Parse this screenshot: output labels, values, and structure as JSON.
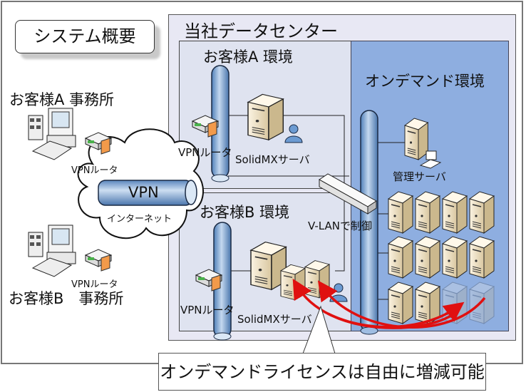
{
  "title": "システム概要",
  "datacenter": {
    "title": "当社データセンター",
    "envA": {
      "title": "お客様A 環境",
      "router_label": "VPNルータ",
      "server_label": "SolidMXサーバ"
    },
    "envB": {
      "title": "お客様B 環境",
      "router_label": "VPNルータ",
      "server_label": "SolidMXサーバ"
    },
    "ondemand": {
      "title": "オンデマンド環境",
      "mgmt_label": "管理サーバ",
      "vlan_label": "V-LANで制御"
    }
  },
  "officeA": {
    "title": "お客様A 事務所",
    "router_label": "VPNルータ"
  },
  "officeB": {
    "title": "お客様B　事務所",
    "router_label": "VPNルータ"
  },
  "internet": {
    "vpn_label": "VPN",
    "cloud_label": "インターネット"
  },
  "callout": "オンデマンドライセンスは自由に増減可能",
  "colors": {
    "ondemand_bg": "#8eaee0",
    "env_bg": "#dfe3f0",
    "dc_bg": "#e8e8f4",
    "arrow": "#e01010",
    "pipe": "#7fa6d6"
  }
}
